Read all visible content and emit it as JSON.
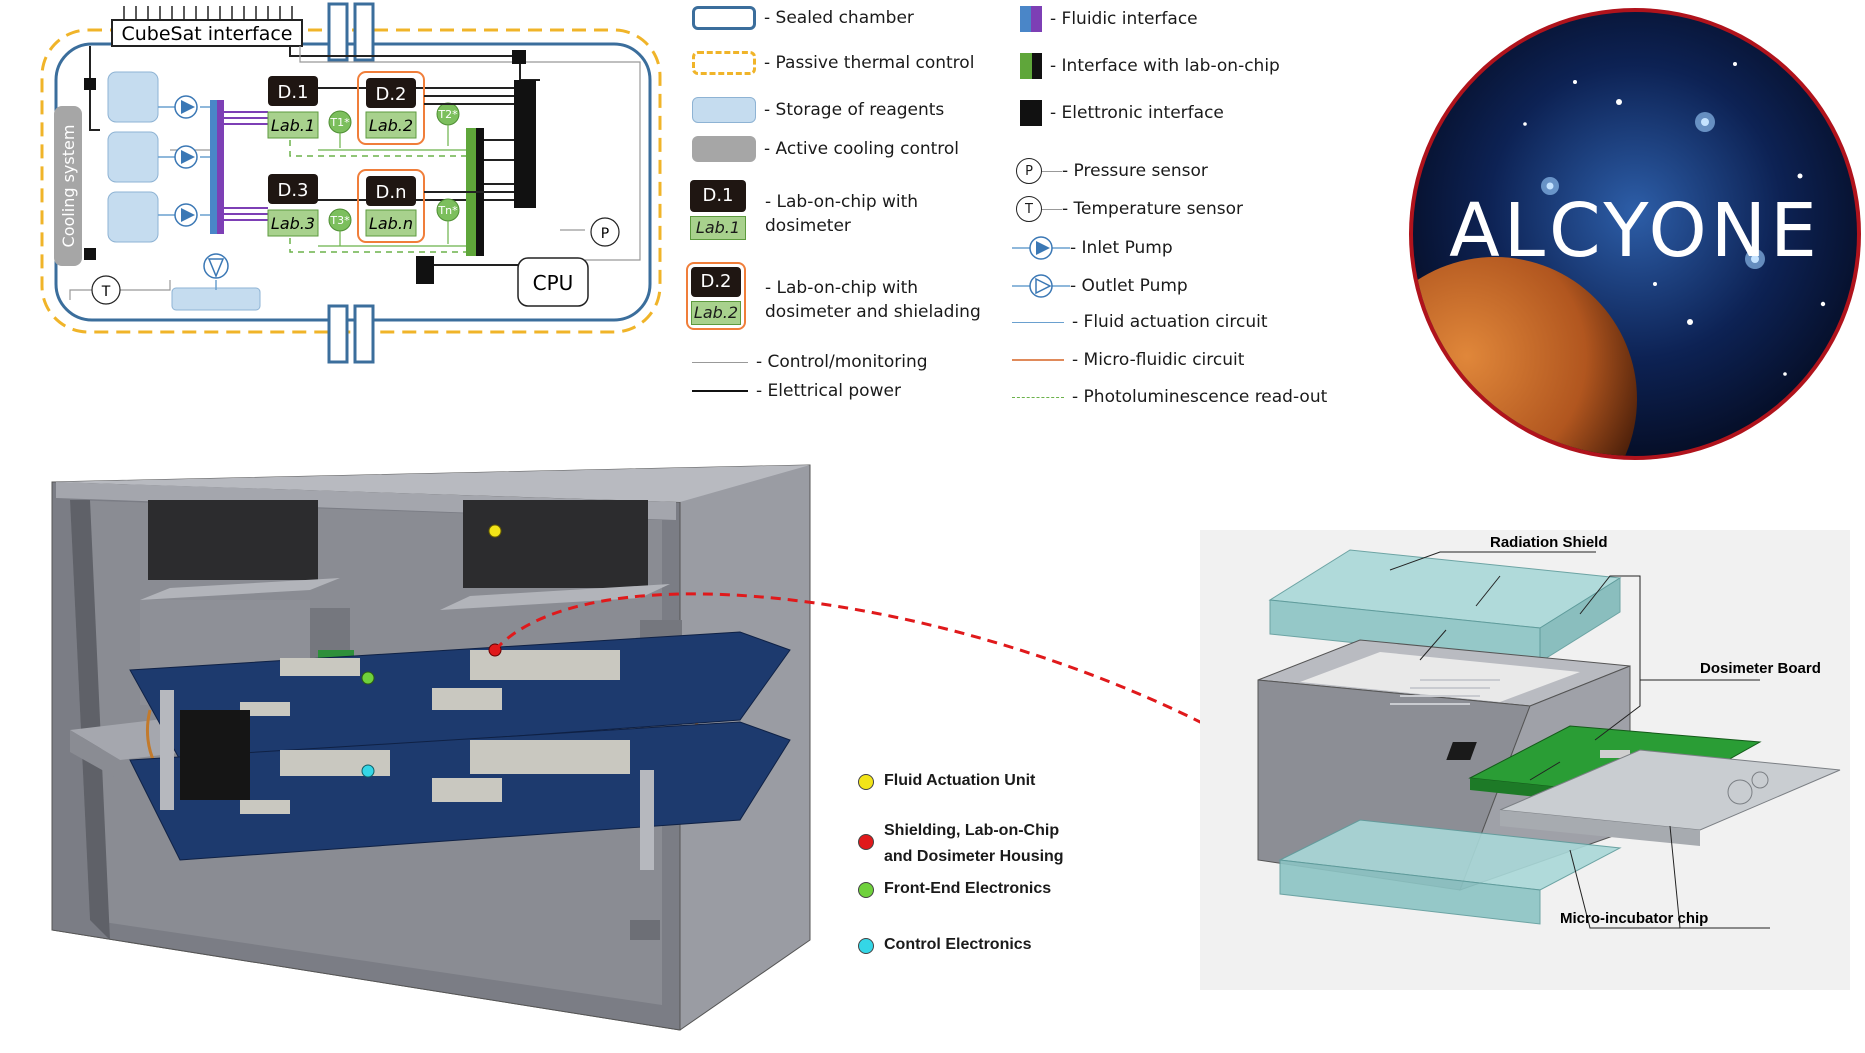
{
  "schematic": {
    "cubesat_interface": "CubeSat interface",
    "cooling_system": "Cooling system",
    "cpu": "CPU",
    "pressure_symbol": "P",
    "temperature_symbol": "T",
    "chips": [
      {
        "d": "D.1",
        "lab": "Lab.1",
        "sensor": "T1*",
        "shielded": false
      },
      {
        "d": "D.2",
        "lab": "Lab.2",
        "sensor": "T2*",
        "shielded": true
      },
      {
        "d": "D.3",
        "lab": "Lab.3",
        "sensor": "T3*",
        "shielded": false
      },
      {
        "d": "D.n",
        "lab": "Lab.n",
        "sensor": "Tn*",
        "shielded": true
      }
    ]
  },
  "legend": {
    "sealed_chamber": "- Sealed chamber",
    "passive_thermal": "- Passive thermal control",
    "storage_reagents": "- Storage of reagents",
    "active_cooling": "- Active cooling control",
    "lab_on_chip_dosimeter": "- Lab-on-chip with\ndosimeter",
    "lab_on_chip_shield": "- Lab-on-chip with\ndosimeter and shielading",
    "control_monitoring": "- Control/monitoring",
    "electrical_power": "- Elettrical power",
    "fluidic_interface": "- Fluidic interface",
    "interface_lab_on_chip": "- Interface with lab-on-chip",
    "electronic_interface": "- Elettronic interface",
    "pressure_sensor": "- Pressure sensor",
    "temperature_sensor": "- Temperature sensor",
    "inlet_pump": "- Inlet Pump",
    "outlet_pump": "- Outlet Pump",
    "fluid_actuation_circuit": "- Fluid actuation circuit",
    "micro_fluidic_circuit": "- Micro-fluidic circuit",
    "photoluminescence": "- Photoluminescence  read-out",
    "sample_d1": "D.1",
    "sample_lab1": "Lab.1",
    "sample_d2": "D.2",
    "sample_lab2": "Lab.2",
    "sample_p": "P",
    "sample_t": "T"
  },
  "logo": {
    "text": "ALCYONE"
  },
  "model_legend": [
    {
      "label": "Fluid Actuation Unit",
      "color": "#f2e418"
    },
    {
      "label": "Shielding, Lab-on-Chip\nand Dosimeter Housing",
      "color": "#e0191b"
    },
    {
      "label": "Front-End Electronics",
      "color": "#6fd13c"
    },
    {
      "label": "Control Electronics",
      "color": "#34d6e6"
    }
  ],
  "exploded_view": {
    "radiation_shield": "Radiation Shield",
    "dosimeter_board": "Dosimeter Board",
    "micro_incubator_chip": "Micro-incubator chip"
  },
  "colors": {
    "sealed_blue": "#3b6e9c",
    "thermal_orange": "#f0b429",
    "reagent_blue": "#c5dcef",
    "cooling_grey": "#a6a6a6",
    "lab_green": "#8dc26d",
    "shield_orange": "#f07e3a",
    "fluidic_purple": "#7d3fb5",
    "housing_grey": "#8d8f96",
    "pcb_blue": "#1d3a6e",
    "pcb_green": "#2a9d35"
  }
}
